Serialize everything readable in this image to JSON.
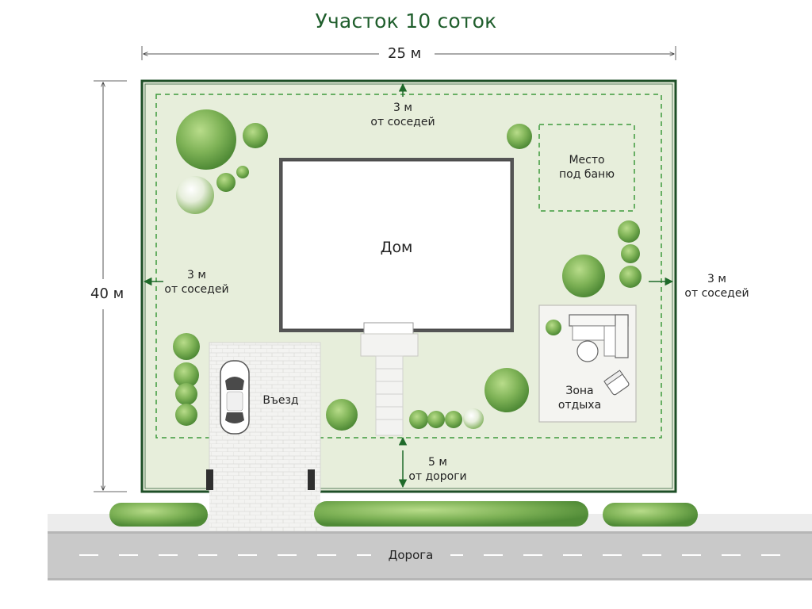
{
  "title": "Участок 10 соток",
  "dimensions": {
    "width_label": "25 м",
    "height_label": "40 м"
  },
  "setbacks": {
    "top": [
      "3 м",
      "от соседей"
    ],
    "left": [
      "3 м",
      "от соседей"
    ],
    "right": [
      "3 м",
      "от соседей"
    ],
    "bottom": [
      "5 м",
      "от дороги"
    ]
  },
  "zones": {
    "house": "Дом",
    "bath_site": [
      "Место",
      "под баню"
    ],
    "driveway": "Въезд",
    "rest_zone": [
      "Зона",
      "отдыха"
    ],
    "road": "Дорога"
  },
  "colors": {
    "lawn": "#e7eedb",
    "boundary": "#1e4f27",
    "setback_line": "#3f9a3c",
    "arrow": "#1f6a2a",
    "plant": "#7fb357",
    "road": "#c9c9c9"
  },
  "icons": {
    "car": "car-icon",
    "sofa": "sofa-icon",
    "table": "table-icon",
    "chair": "chair-icon",
    "shrub": "shrub-icon"
  }
}
